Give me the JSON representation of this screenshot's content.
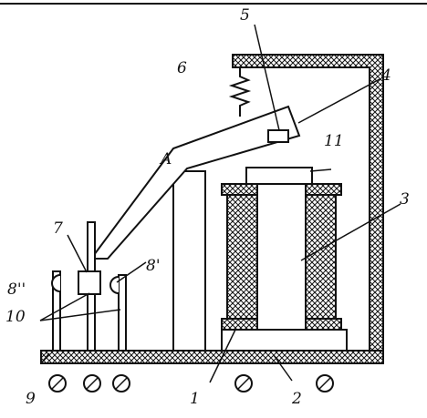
{
  "labels": {
    "l1": "1",
    "l2": "2",
    "l3": "3",
    "l4": "4",
    "l5": "5",
    "l6": "6",
    "l7": "7",
    "l8p": "8'",
    "l8pp": "8''",
    "l9": "9",
    "l10": "10",
    "l11": "11",
    "lA": "A"
  }
}
